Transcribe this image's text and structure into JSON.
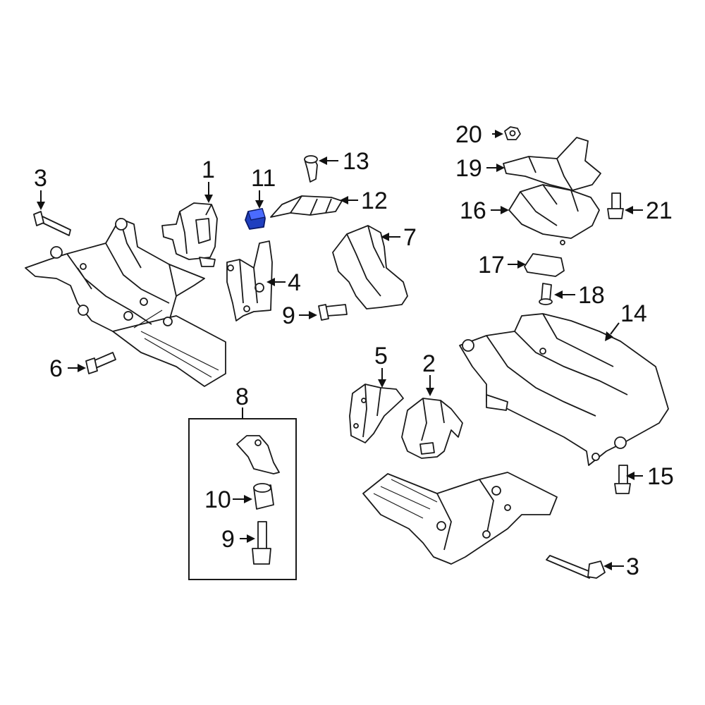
{
  "diagram": {
    "highlight_color": "#1f3fbf",
    "callouts": [
      {
        "id": "c1",
        "text": "1"
      },
      {
        "id": "c2",
        "text": "2"
      },
      {
        "id": "c3a",
        "text": "3"
      },
      {
        "id": "c3b",
        "text": "3"
      },
      {
        "id": "c4",
        "text": "4"
      },
      {
        "id": "c5",
        "text": "5"
      },
      {
        "id": "c6",
        "text": "6"
      },
      {
        "id": "c7",
        "text": "7"
      },
      {
        "id": "c8",
        "text": "8"
      },
      {
        "id": "c9a",
        "text": "9"
      },
      {
        "id": "c9b",
        "text": "9"
      },
      {
        "id": "c10",
        "text": "10"
      },
      {
        "id": "c11",
        "text": "11"
      },
      {
        "id": "c12",
        "text": "12"
      },
      {
        "id": "c13",
        "text": "13"
      },
      {
        "id": "c14",
        "text": "14"
      },
      {
        "id": "c15",
        "text": "15"
      },
      {
        "id": "c16",
        "text": "16"
      },
      {
        "id": "c17",
        "text": "17"
      },
      {
        "id": "c18",
        "text": "18"
      },
      {
        "id": "c19",
        "text": "19"
      },
      {
        "id": "c20",
        "text": "20"
      },
      {
        "id": "c21",
        "text": "21"
      }
    ]
  }
}
